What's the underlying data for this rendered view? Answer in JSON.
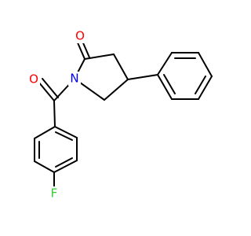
{
  "atoms": [
    {
      "id": "N",
      "label": "N",
      "color": "#0000ff"
    },
    {
      "id": "O1",
      "label": "O",
      "color": "#ff0000"
    },
    {
      "id": "O2",
      "label": "O",
      "color": "#ff0000"
    },
    {
      "id": "F",
      "label": "F",
      "color": "#33cc33"
    }
  ]
}
